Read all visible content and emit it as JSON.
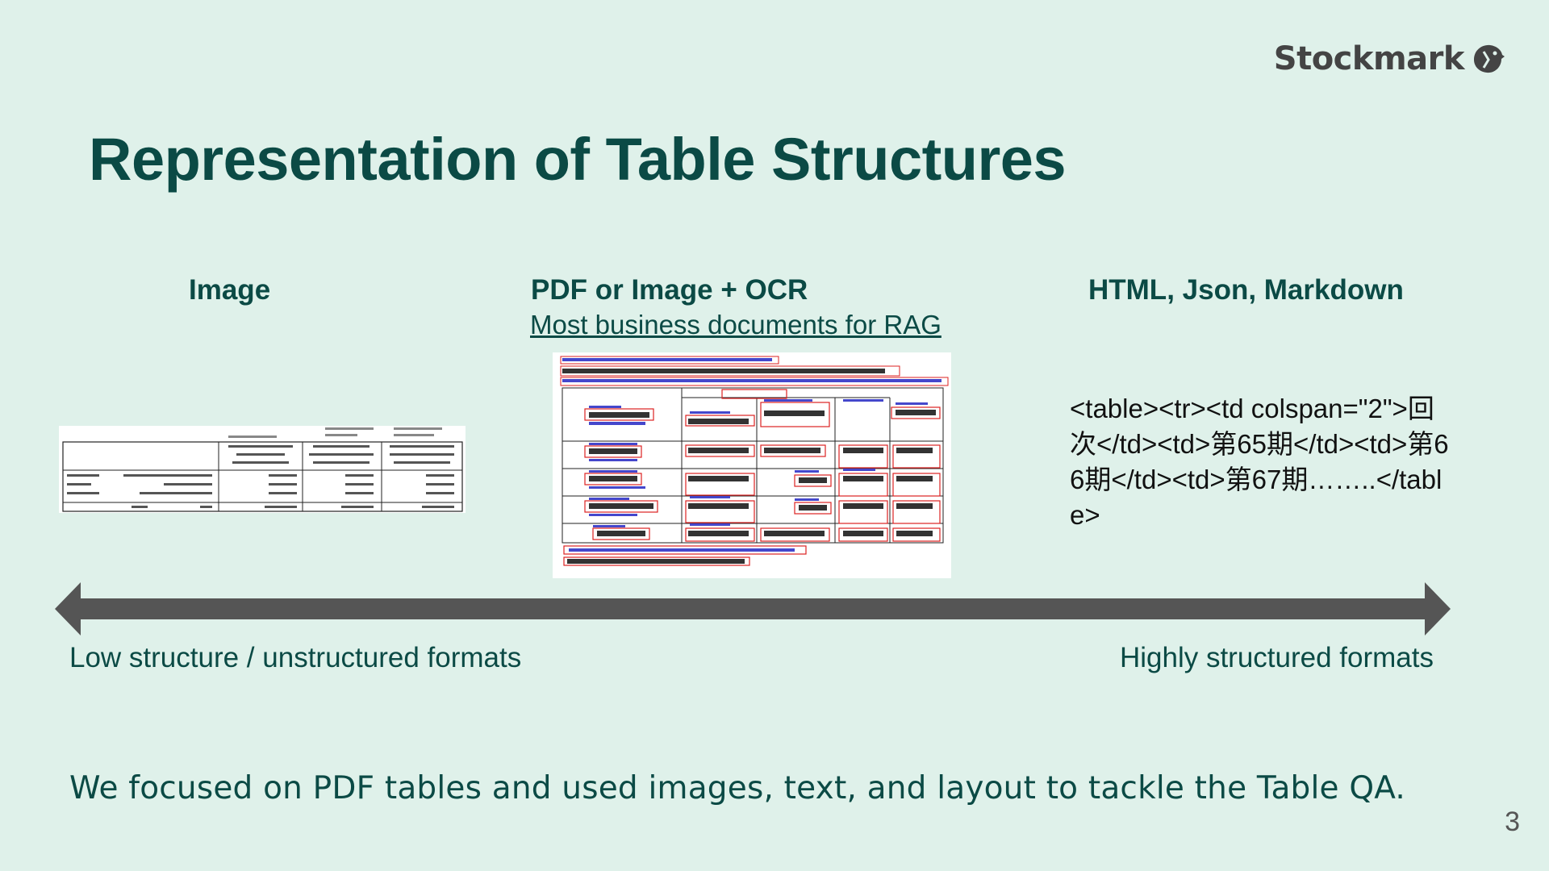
{
  "logo": {
    "text": "Stockmark"
  },
  "title": "Representation of Table Structures",
  "columns": {
    "image": "Image",
    "pdf": "PDF or Image + OCR",
    "pdf_sub": "Most business documents for RAG",
    "html": "HTML, Json, Markdown"
  },
  "html_example": "<table><tr><td colspan=\"2\">回次</td><td>第65期</td><td>第66期</td><td>第67期……..</table>",
  "axis": {
    "left": "Low structure / unstructured formats",
    "right": "Highly structured formats"
  },
  "takeaway": "We focused on PDF tables and used images, text, and layout to tackle the Table QA.",
  "page_number": "3",
  "colors": {
    "background": "#dff1ea",
    "title": "#0b4a45",
    "arrow": "#555555"
  }
}
